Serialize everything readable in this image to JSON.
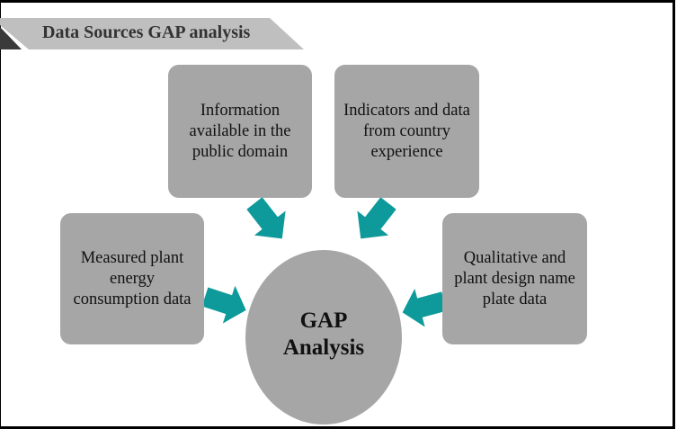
{
  "title": "Data Sources GAP analysis",
  "center": {
    "line1": "GAP",
    "line2": "Analysis"
  },
  "sources": [
    {
      "label": "Information available in the public domain"
    },
    {
      "label": "Indicators and data from country experience"
    },
    {
      "label": "Measured plant energy consumption data"
    },
    {
      "label": "Qualitative and plant design name plate data"
    }
  ],
  "colors": {
    "box": "#a6a6a6",
    "arrow": "#0e9a9a",
    "banner": "#bfbfbf",
    "banner_accent": "#3a3a3a"
  }
}
